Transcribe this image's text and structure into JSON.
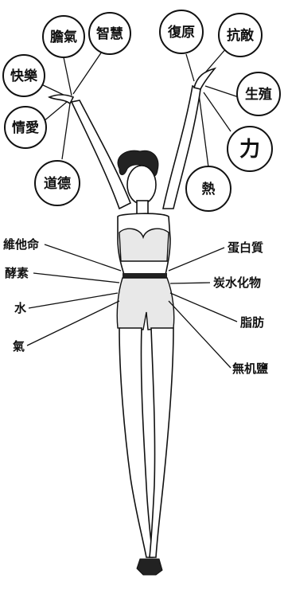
{
  "colors": {
    "ink": "#111111",
    "background": "#ffffff"
  },
  "outputs_left": [
    {
      "id": "danqi",
      "text": "膽氣"
    },
    {
      "id": "zhihui",
      "text": "智慧"
    },
    {
      "id": "kuaile",
      "text": "快樂"
    },
    {
      "id": "qingai",
      "text": "情愛"
    },
    {
      "id": "daode",
      "text": "道德"
    }
  ],
  "outputs_right": [
    {
      "id": "fuyuan",
      "text": "復原"
    },
    {
      "id": "kangdi",
      "text": "抗敵"
    },
    {
      "id": "shengzhi",
      "text": "生殖"
    },
    {
      "id": "li",
      "text": "力"
    },
    {
      "id": "re",
      "text": "熱"
    }
  ],
  "inputs_left": [
    {
      "id": "vitamin",
      "text": "維他命"
    },
    {
      "id": "enzyme",
      "text": "酵素"
    },
    {
      "id": "water",
      "text": "水"
    },
    {
      "id": "air",
      "text": "氣"
    }
  ],
  "inputs_right": [
    {
      "id": "protein",
      "text": "蛋白質"
    },
    {
      "id": "carb",
      "text": "炭水化物"
    },
    {
      "id": "fat",
      "text": "脂肪"
    },
    {
      "id": "mineral",
      "text": "無机鹽"
    }
  ]
}
